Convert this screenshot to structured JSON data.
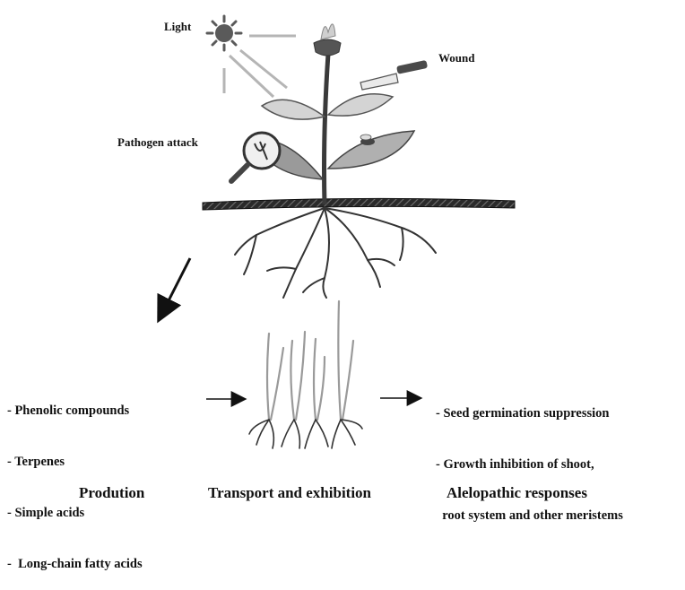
{
  "labels": {
    "light": "Light",
    "wound": "Wound",
    "pathogen_attack": "Pathogen attack"
  },
  "production_list": [
    "- Phenolic compounds",
    "- Terpenes",
    "- Simple acids",
    "-  Long-chain fatty acids"
  ],
  "responses_list": [
    "- Seed germination suppression",
    "- Growth inhibition of shoot,",
    "  root system and other meristems"
  ],
  "captions": {
    "production": "Prodution",
    "transport": "Transport  and  exhibition",
    "responses": "Alelopathic  responses"
  },
  "icons": [
    "sun-icon",
    "flower-icon",
    "knife-icon",
    "magnifier-icon",
    "insect-icon",
    "seedlings-icon"
  ],
  "colors": {
    "ink": "#111111",
    "soil": "#1a1a1a",
    "leaf_fill": "#bdbdbd",
    "leaf_dark": "#8a8a8a",
    "sun": "#555555"
  }
}
